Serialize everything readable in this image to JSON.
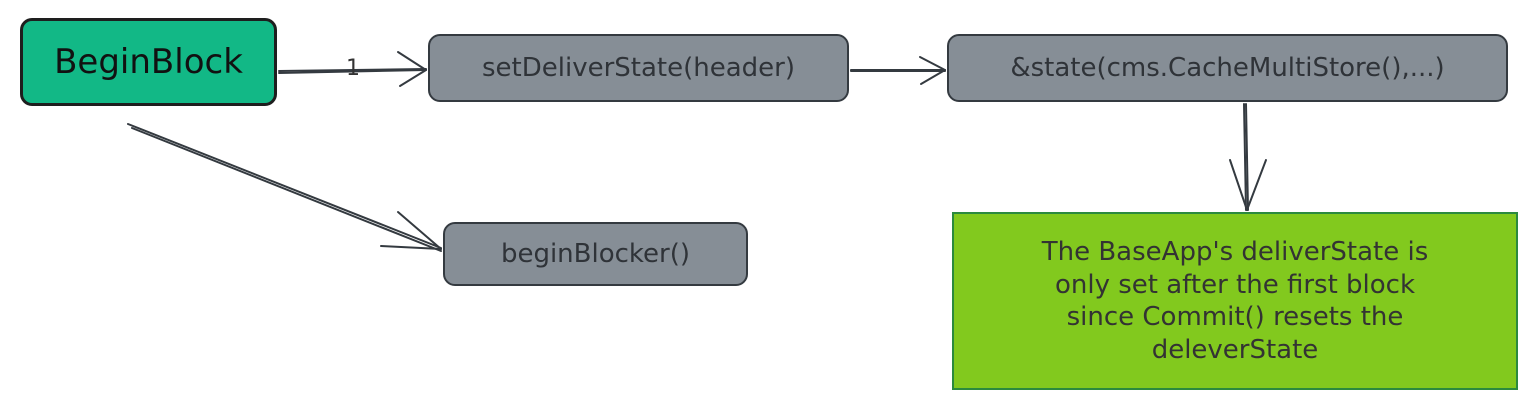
{
  "nodes": {
    "begin_block": "BeginBlock",
    "set_deliver_state": "setDeliverState(header)",
    "state": "&state(cms.CacheMultiStore(),...)",
    "begin_blocker": "beginBlocker()"
  },
  "edge_label": "1",
  "note": {
    "lines": [
      "The BaseApp's deliverState is",
      "only set after the first block",
      "since Commit() resets the",
      "deleverState"
    ]
  },
  "colors": {
    "begin_fill": "#12b886",
    "gray_fill": "#868e96",
    "note_fill": "#82c91e",
    "stroke": "#343a40"
  }
}
